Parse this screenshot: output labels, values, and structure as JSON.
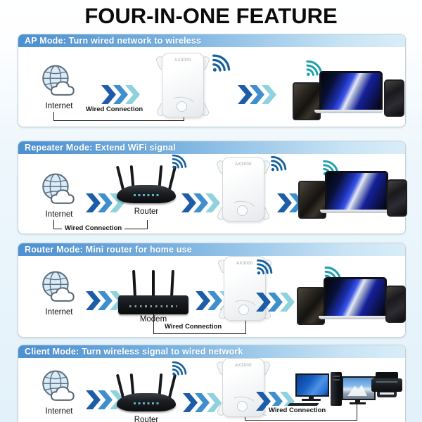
{
  "title": "FOUR-IN-ONE FEATURE",
  "extender_label": "AX3000",
  "colors": {
    "header_blue": "#4b90d2",
    "header_blue_light": "#d9edf8",
    "chevron_dark": "#1d5da8",
    "chevron_mid": "#3f8fcd",
    "chevron_light": "#8fd2de",
    "wifi_blue": "#15609f",
    "wifi_teal": "#1b9fae"
  },
  "sections": [
    {
      "header": "AP Mode: Turn wired network to wireless",
      "internet_label": "Internet",
      "wired_label": "Wired Connection"
    },
    {
      "header": "Repeater Mode: Extend WiFi signal",
      "internet_label": "Internet",
      "router_label": "Router",
      "wired_label": "Wired Connection"
    },
    {
      "header": "Router Mode: Mini router for home use",
      "internet_label": "Internet",
      "modem_label": "Modem",
      "wired_label": "Wired Connection"
    },
    {
      "header": "Client Mode: Turn wireless signal to wired network",
      "internet_label": "Internet",
      "router_label": "Router",
      "wired_label": "Wired Connection"
    }
  ]
}
